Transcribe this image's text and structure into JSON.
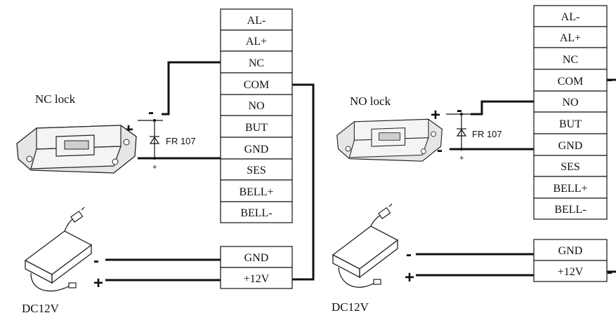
{
  "left_circuit": {
    "lock_label": "NC lock",
    "diode_label": "FR 107",
    "supply_label": "DC12V",
    "terminals": [
      "AL-",
      "AL+",
      "NC",
      "COM",
      "NO",
      "BUT",
      "GND",
      "SES",
      "BELL+",
      "BELL-"
    ],
    "power_terminals": [
      "GND",
      "+12V"
    ]
  },
  "right_circuit": {
    "lock_label": "NO lock",
    "diode_label": "FR 107",
    "supply_label": "DC12V",
    "terminals": [
      "AL-",
      "AL+",
      "NC",
      "COM",
      "NO",
      "BUT",
      "GND",
      "SES",
      "BELL+",
      "BELL-"
    ],
    "power_terminals": [
      "GND",
      "+12V"
    ]
  },
  "signs": {
    "plus": "+",
    "minus": "-"
  }
}
